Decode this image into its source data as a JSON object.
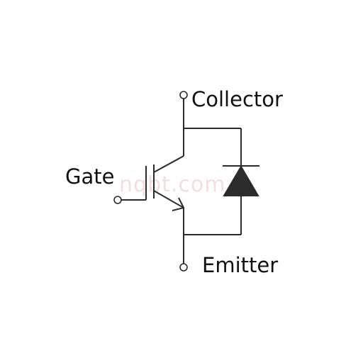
{
  "labels": {
    "collector": "Collector",
    "gate": "Gate",
    "emitter": "Emitter"
  },
  "watermark": "nqbt.com",
  "colors": {
    "line": "#2b2b2b",
    "text": "#111111",
    "watermark": "#f3dede",
    "background": "#ffffff"
  }
}
